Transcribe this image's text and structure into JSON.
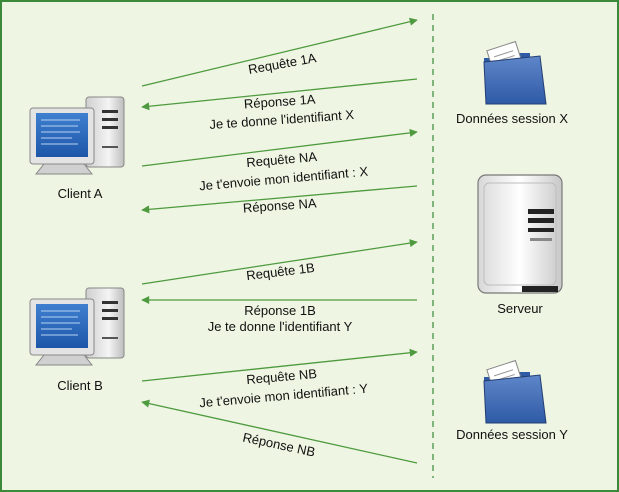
{
  "colors": {
    "background": "#EEF5E2",
    "border": "#3A8A3A",
    "arrow": "#4E9A3E",
    "divider": "#5AA05A",
    "text": "#111111"
  },
  "clients": [
    {
      "id": "a",
      "label": "Client A"
    },
    {
      "id": "b",
      "label": "Client B"
    }
  ],
  "server": {
    "label": "Serveur"
  },
  "sessions": [
    {
      "id": "x",
      "label": "Données session X"
    },
    {
      "id": "y",
      "label": "Données session Y"
    }
  ],
  "messages": [
    {
      "id": "req-1a",
      "direction": "to-server",
      "lines": [
        "Requête 1A"
      ]
    },
    {
      "id": "resp-1a",
      "direction": "to-client",
      "lines": [
        "Réponse 1A",
        "Je te donne l'identifiant X"
      ]
    },
    {
      "id": "req-na",
      "direction": "to-server",
      "lines": [
        "Requête NA",
        "Je t'envoie mon identifiant : X"
      ]
    },
    {
      "id": "resp-na",
      "direction": "to-client",
      "lines": [
        "Réponse NA"
      ]
    },
    {
      "id": "req-1b",
      "direction": "to-server",
      "lines": [
        "Requête 1B"
      ]
    },
    {
      "id": "resp-1b",
      "direction": "to-client",
      "lines": [
        "Réponse 1B",
        "Je te donne l'identifiant Y"
      ]
    },
    {
      "id": "req-nb",
      "direction": "to-server",
      "lines": [
        "Requête NB",
        "Je t'envoie mon identifiant : Y"
      ]
    },
    {
      "id": "resp-nb",
      "direction": "to-client",
      "lines": [
        "Réponse NB"
      ]
    }
  ]
}
